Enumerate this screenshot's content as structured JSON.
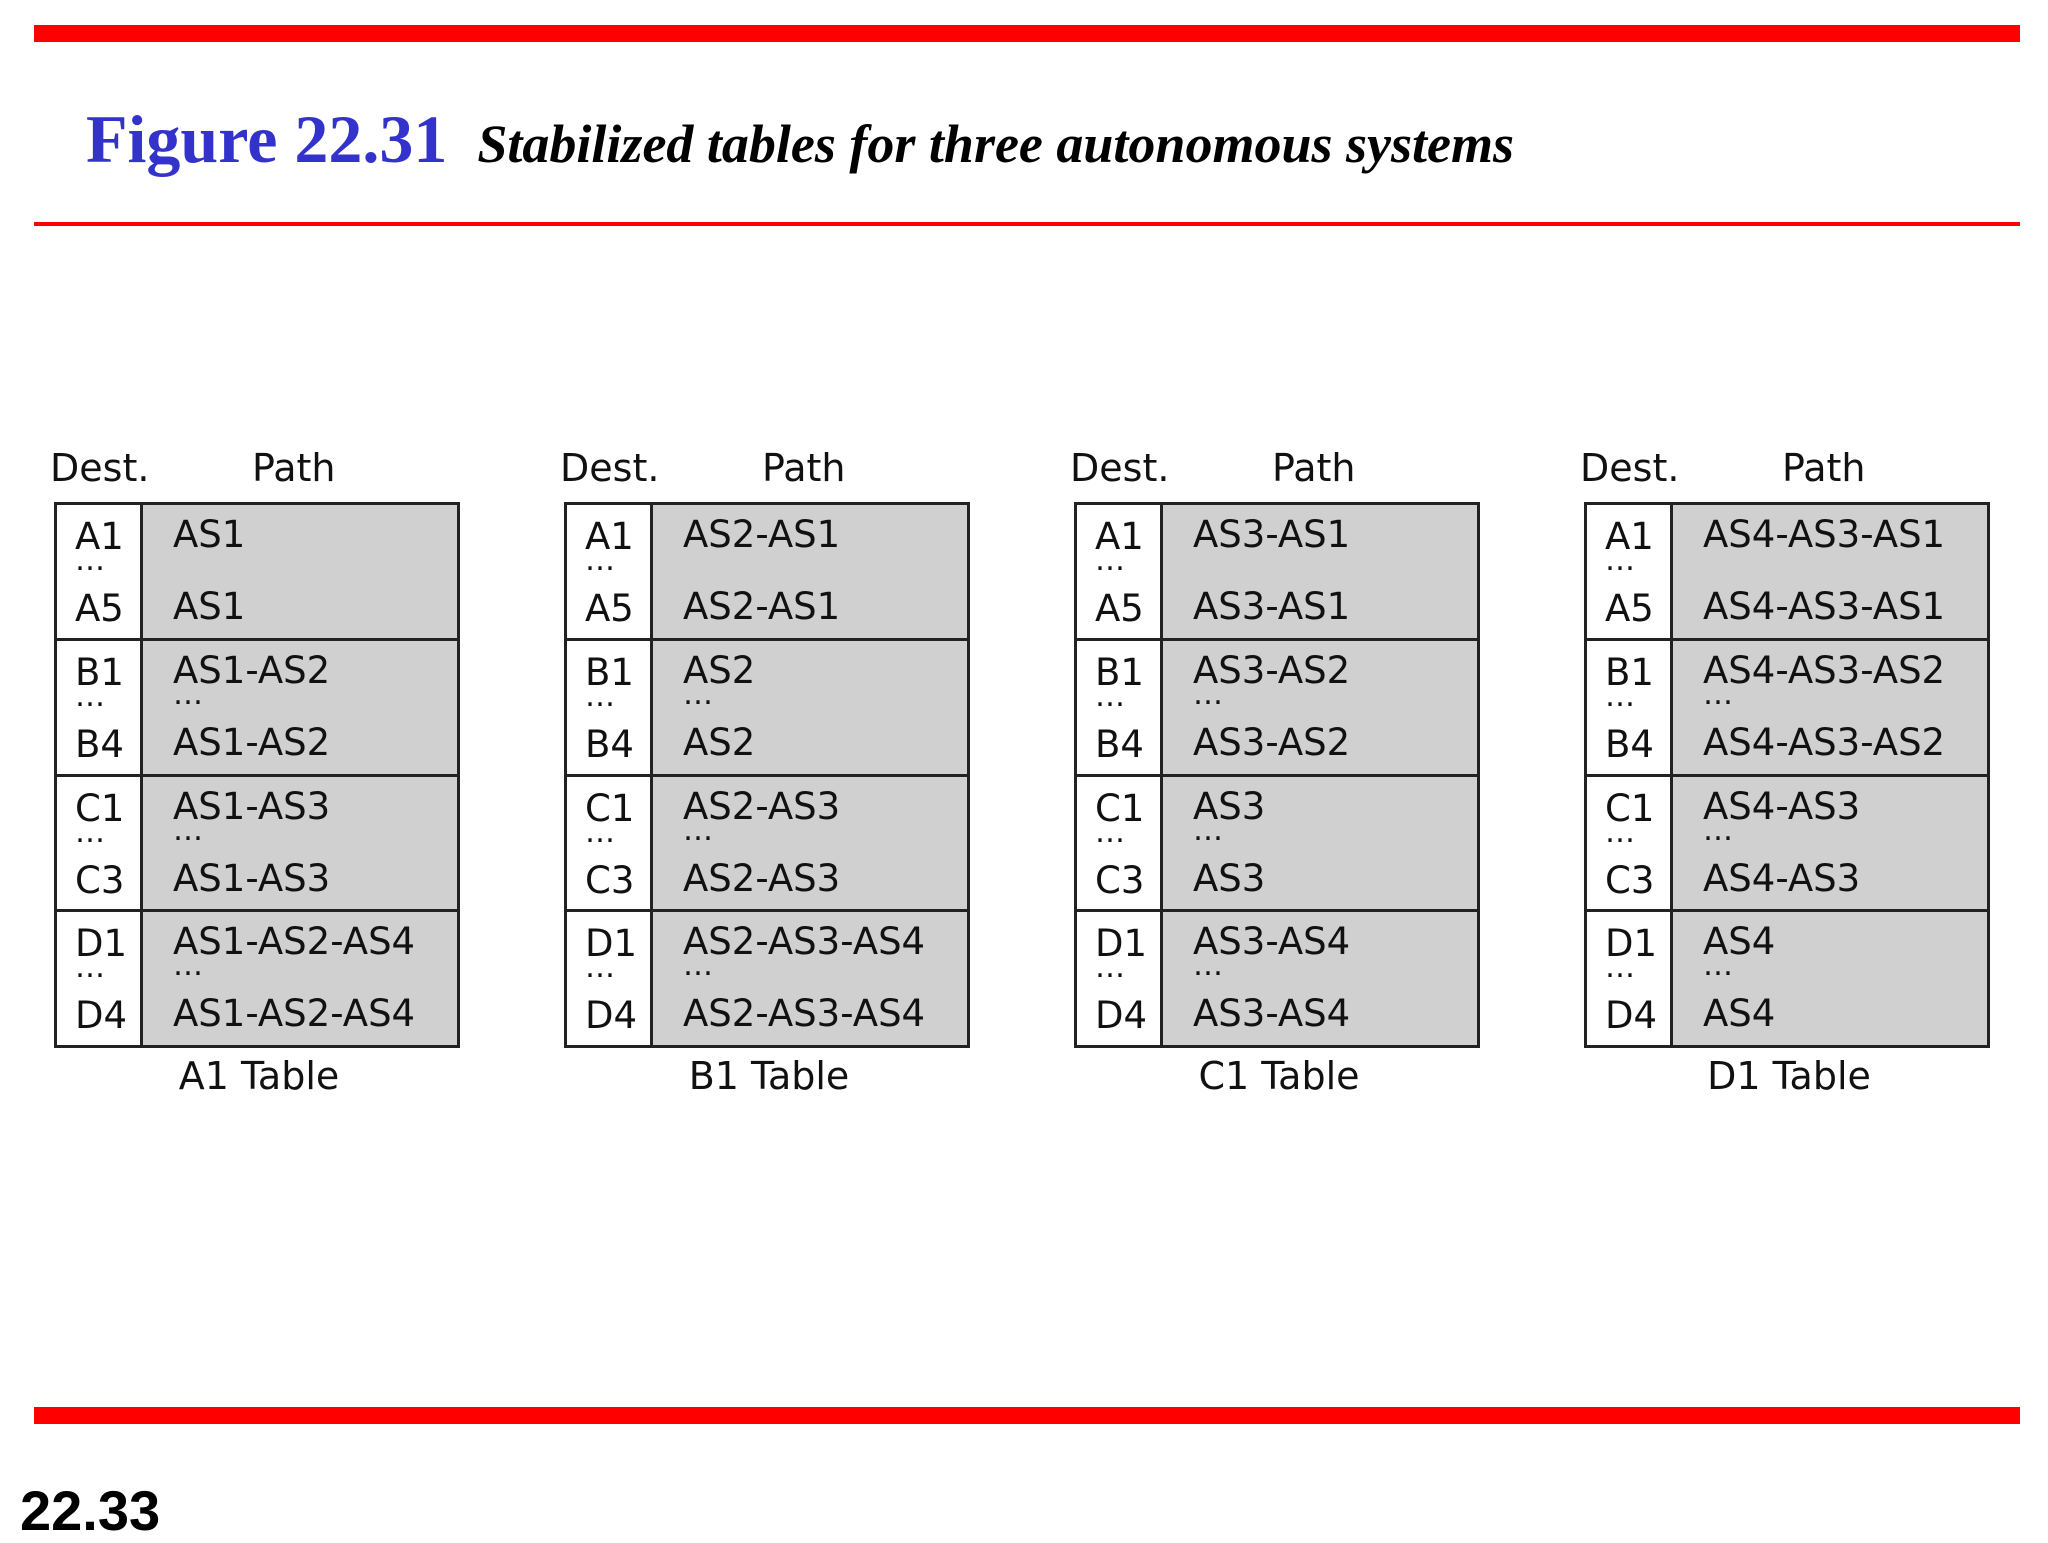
{
  "title": {
    "figure_number": "Figure 22.31",
    "caption": "Stabilized tables for three autonomous systems"
  },
  "page_number": "22.33",
  "column_headers": {
    "dest": "Dest.",
    "path": "Path"
  },
  "ellipsis": "…",
  "tables": [
    {
      "name": "A1 Table",
      "groups": [
        {
          "dest_first": "A1",
          "dest_last": "A5",
          "path_first": "AS1",
          "path_last": "AS1",
          "path_dots": false
        },
        {
          "dest_first": "B1",
          "dest_last": "B4",
          "path_first": "AS1-AS2",
          "path_last": "AS1-AS2",
          "path_dots": true
        },
        {
          "dest_first": "C1",
          "dest_last": "C3",
          "path_first": "AS1-AS3",
          "path_last": "AS1-AS3",
          "path_dots": true
        },
        {
          "dest_first": "D1",
          "dest_last": "D4",
          "path_first": "AS1-AS2-AS4",
          "path_last": "AS1-AS2-AS4",
          "path_dots": true
        }
      ]
    },
    {
      "name": "B1 Table",
      "groups": [
        {
          "dest_first": "A1",
          "dest_last": "A5",
          "path_first": "AS2-AS1",
          "path_last": "AS2-AS1",
          "path_dots": false
        },
        {
          "dest_first": "B1",
          "dest_last": "B4",
          "path_first": "AS2",
          "path_last": "AS2",
          "path_dots": true
        },
        {
          "dest_first": "C1",
          "dest_last": "C3",
          "path_first": "AS2-AS3",
          "path_last": "AS2-AS3",
          "path_dots": true
        },
        {
          "dest_first": "D1",
          "dest_last": "D4",
          "path_first": "AS2-AS3-AS4",
          "path_last": "AS2-AS3-AS4",
          "path_dots": true
        }
      ]
    },
    {
      "name": "C1 Table",
      "groups": [
        {
          "dest_first": "A1",
          "dest_last": "A5",
          "path_first": "AS3-AS1",
          "path_last": "AS3-AS1",
          "path_dots": false
        },
        {
          "dest_first": "B1",
          "dest_last": "B4",
          "path_first": "AS3-AS2",
          "path_last": "AS3-AS2",
          "path_dots": true
        },
        {
          "dest_first": "C1",
          "dest_last": "C3",
          "path_first": "AS3",
          "path_last": "AS3",
          "path_dots": true
        },
        {
          "dest_first": "D1",
          "dest_last": "D4",
          "path_first": "AS3-AS4",
          "path_last": "AS3-AS4",
          "path_dots": true
        }
      ]
    },
    {
      "name": "D1 Table",
      "groups": [
        {
          "dest_first": "A1",
          "dest_last": "A5",
          "path_first": "AS4-AS3-AS1",
          "path_last": "AS4-AS3-AS1",
          "path_dots": false
        },
        {
          "dest_first": "B1",
          "dest_last": "B4",
          "path_first": "AS4-AS3-AS2",
          "path_last": "AS4-AS3-AS2",
          "path_dots": true
        },
        {
          "dest_first": "C1",
          "dest_last": "C3",
          "path_first": "AS4-AS3",
          "path_last": "AS4-AS3",
          "path_dots": true
        },
        {
          "dest_first": "D1",
          "dest_last": "D4",
          "path_first": "AS4",
          "path_last": "AS4",
          "path_dots": true
        }
      ]
    }
  ],
  "colors": {
    "rule": "#ff0000",
    "figure_number": "#3333cc",
    "path_fill": "#d0d0d0"
  }
}
